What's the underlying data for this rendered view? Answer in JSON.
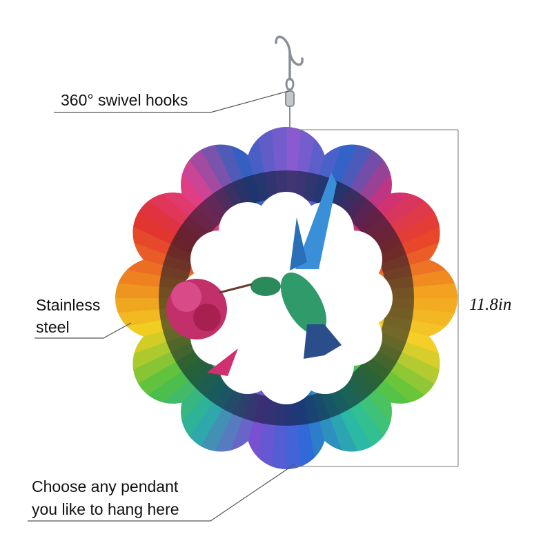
{
  "labels": {
    "hook": "360° swivel hooks",
    "material_line1": "Stainless",
    "material_line2": "steel",
    "pendant_line1": "Choose any pendant",
    "pendant_line2": "you like to hang here"
  },
  "dimension": "11.8in",
  "colors": {
    "spectrum": [
      "#8a5bd0",
      "#2f63c8",
      "#d0307a",
      "#e8402a",
      "#f2a020",
      "#f5d028",
      "#5cc43a",
      "#2bbfa0",
      "#2f6ad8",
      "#7a50d0",
      "#28b0a8",
      "#52c040",
      "#f0d020",
      "#f08020",
      "#e03030",
      "#e04090",
      "#3060c0",
      "#8a5bd0"
    ]
  }
}
